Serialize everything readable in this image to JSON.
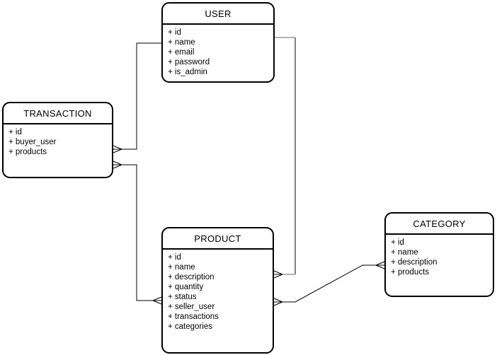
{
  "diagram": {
    "kind": "entity-relationship-diagram",
    "background_color": "#ffffff",
    "line_color": "#000000",
    "muted_line_color": "#999999",
    "entities": [
      {
        "id": "user",
        "title": "USER",
        "fields": [
          "+ id",
          "+ name",
          "+ email",
          "+ password",
          "+ is_admin"
        ]
      },
      {
        "id": "transaction",
        "title": "TRANSACTION",
        "fields": [
          "+ id",
          "+ buyer_user",
          "+ products"
        ]
      },
      {
        "id": "product",
        "title": "PRODUCT",
        "fields": [
          "+ id",
          "+ name",
          "+ description",
          "+ quantity",
          "+ status",
          "+ seller_user",
          "+ transactions",
          "+ categories"
        ]
      },
      {
        "id": "category",
        "title": "CATEGORY",
        "fields": [
          "+ id",
          "+ name",
          "+ description",
          "+ products"
        ]
      }
    ],
    "relationships": [
      {
        "source": "USER",
        "target": "TRANSACTION",
        "source_marker": "none",
        "target_marker": "crow-foot-many"
      },
      {
        "source": "TRANSACTION",
        "target": "PRODUCT",
        "source_marker": "crow-foot-many",
        "target_marker": "crow-foot-many"
      },
      {
        "source": "USER",
        "target": "PRODUCT",
        "source_marker": "none",
        "target_marker": "crow-foot-many"
      },
      {
        "source": "PRODUCT",
        "target": "CATEGORY",
        "source_marker": "crow-foot-many",
        "target_marker": "crow-foot-many"
      }
    ]
  }
}
